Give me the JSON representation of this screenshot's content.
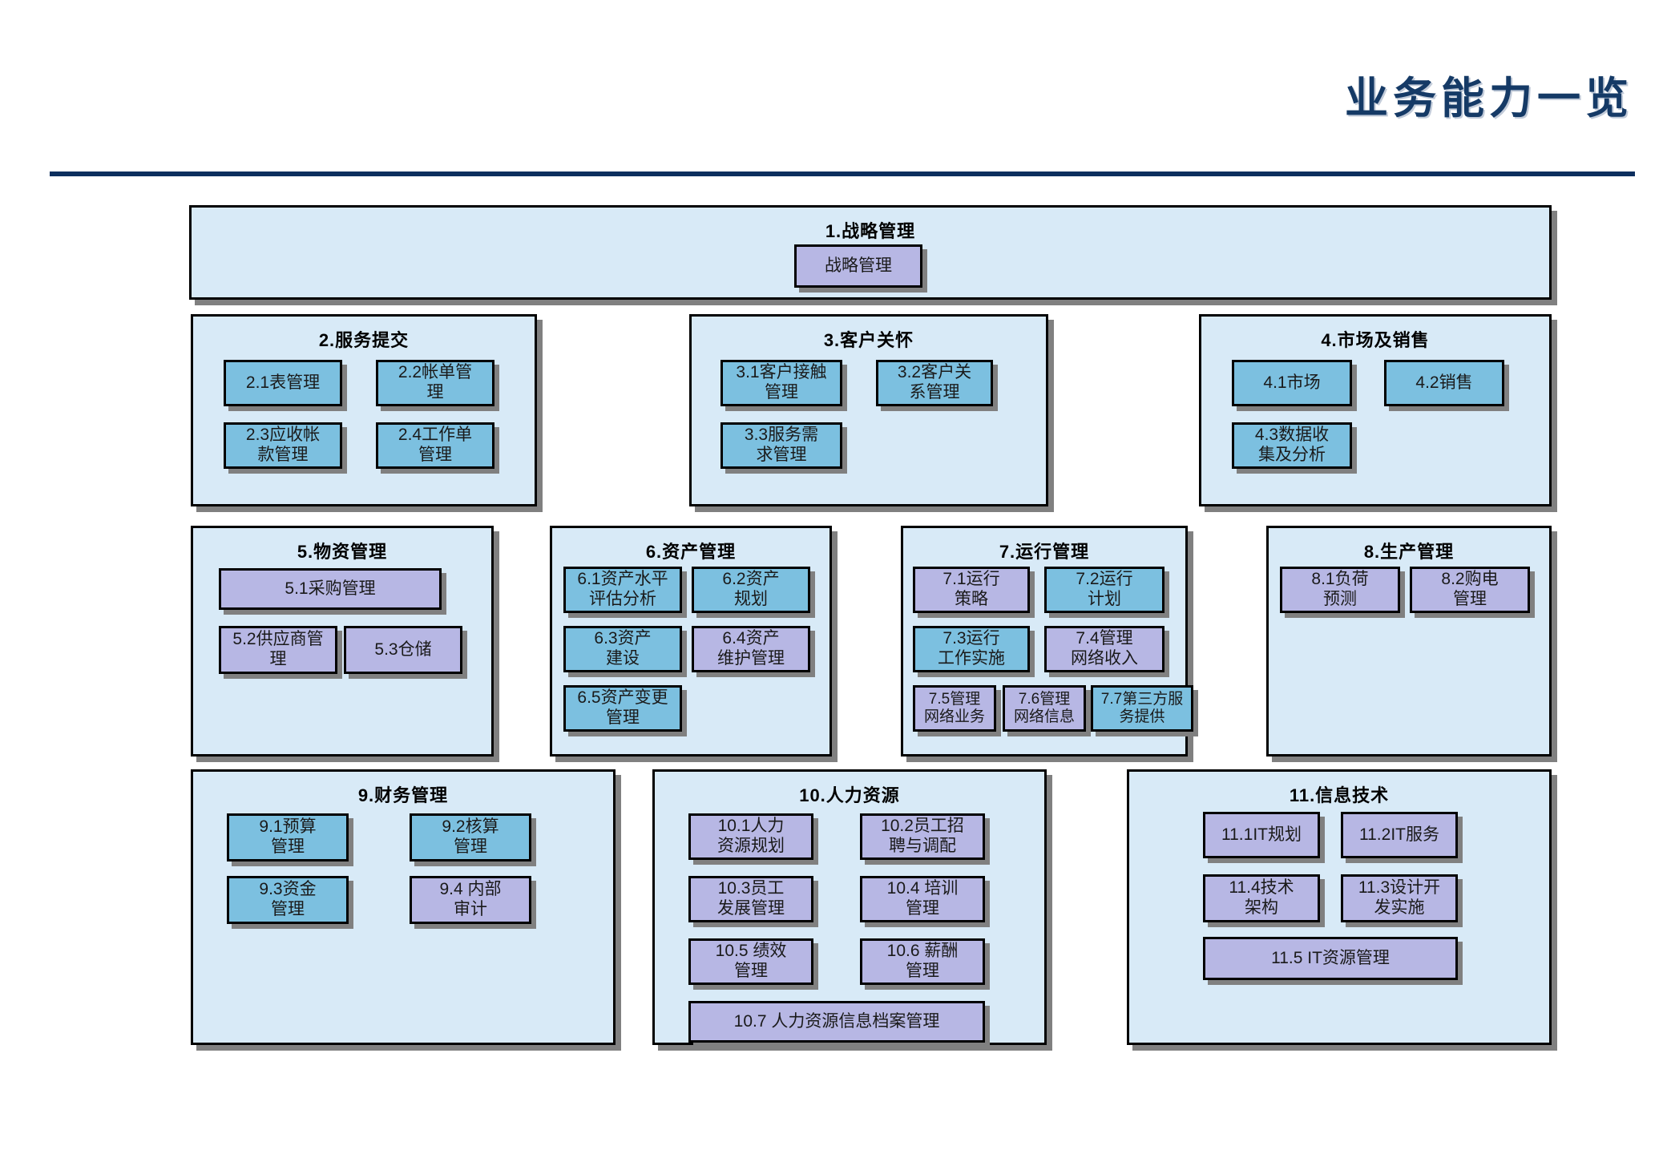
{
  "header": {
    "title": "业务能力一览",
    "accent_color": "#0c2f5e"
  },
  "palette": {
    "panel_bg": "#d8eaf7",
    "box_blue": "#7cc0e0",
    "box_purple": "#b7b7e4",
    "border": "#000000",
    "shadow": "#808080"
  },
  "sections": [
    {
      "id": 1,
      "title": "1.战略管理",
      "items": [
        {
          "label": "战略管理",
          "color": "purple"
        }
      ]
    },
    {
      "id": 2,
      "title": "2.服务提交",
      "items": [
        {
          "label": "2.1表管理",
          "color": "blue"
        },
        {
          "label": "2.2帐单管\n理",
          "color": "blue"
        },
        {
          "label": "2.3应收帐\n款管理",
          "color": "blue"
        },
        {
          "label": "2.4工作单\n管理",
          "color": "blue"
        }
      ]
    },
    {
      "id": 3,
      "title": "3.客户关怀",
      "items": [
        {
          "label": "3.1客户接触\n管理",
          "color": "blue"
        },
        {
          "label": "3.2客户关\n系管理",
          "color": "blue"
        },
        {
          "label": "3.3服务需\n求管理",
          "color": "blue"
        }
      ]
    },
    {
      "id": 4,
      "title": "4.市场及销售",
      "items": [
        {
          "label": "4.1市场",
          "color": "blue"
        },
        {
          "label": "4.2销售",
          "color": "blue"
        },
        {
          "label": "4.3数据收\n集及分析",
          "color": "blue"
        }
      ]
    },
    {
      "id": 5,
      "title": "5.物资管理",
      "items": [
        {
          "label": "5.1采购管理",
          "color": "purple"
        },
        {
          "label": "5.2供应商管\n理",
          "color": "purple"
        },
        {
          "label": "5.3仓储",
          "color": "purple"
        }
      ]
    },
    {
      "id": 6,
      "title": "6.资产管理",
      "items": [
        {
          "label": "6.1资产水平\n评估分析",
          "color": "blue"
        },
        {
          "label": "6.2资产\n规划",
          "color": "blue"
        },
        {
          "label": "6.3资产\n建设",
          "color": "blue"
        },
        {
          "label": "6.4资产\n维护管理",
          "color": "purple"
        },
        {
          "label": "6.5资产变更\n管理",
          "color": "blue"
        }
      ]
    },
    {
      "id": 7,
      "title": "7.运行管理",
      "items": [
        {
          "label": "7.1运行\n策略",
          "color": "purple"
        },
        {
          "label": "7.2运行\n计划",
          "color": "blue"
        },
        {
          "label": "7.3运行\n工作实施",
          "color": "blue"
        },
        {
          "label": "7.4管理\n网络收入",
          "color": "purple"
        },
        {
          "label": "7.5管理\n网络业务",
          "color": "purple"
        },
        {
          "label": "7.6管理\n网络信息",
          "color": "purple"
        },
        {
          "label": "7.7第三方服\n务提供",
          "color": "blue"
        }
      ]
    },
    {
      "id": 8,
      "title": "8.生产管理",
      "items": [
        {
          "label": "8.1负荷\n预测",
          "color": "purple"
        },
        {
          "label": "8.2购电\n管理",
          "color": "purple"
        }
      ]
    },
    {
      "id": 9,
      "title": "9.财务管理",
      "items": [
        {
          "label": "9.1预算\n管理",
          "color": "blue"
        },
        {
          "label": "9.2核算\n管理",
          "color": "blue"
        },
        {
          "label": "9.3资金\n管理",
          "color": "blue"
        },
        {
          "label": "9.4 内部\n审计",
          "color": "purple"
        }
      ]
    },
    {
      "id": 10,
      "title": "10.人力资源",
      "items": [
        {
          "label": "10.1人力\n资源规划",
          "color": "purple"
        },
        {
          "label": "10.2员工招\n聘与调配",
          "color": "purple"
        },
        {
          "label": "10.3员工\n发展管理",
          "color": "purple"
        },
        {
          "label": "10.4 培训\n管理",
          "color": "purple"
        },
        {
          "label": "10.5 绩效\n管理",
          "color": "purple"
        },
        {
          "label": "10.6 薪酬\n管理",
          "color": "purple"
        },
        {
          "label": "10.7 人力资源信息档案管理",
          "color": "purple"
        }
      ]
    },
    {
      "id": 11,
      "title": "11.信息技术",
      "items": [
        {
          "label": "11.1IT规划",
          "color": "purple"
        },
        {
          "label": "11.2IT服务",
          "color": "purple"
        },
        {
          "label": "11.4技术\n架构",
          "color": "purple"
        },
        {
          "label": "11.3设计开\n发实施",
          "color": "purple"
        },
        {
          "label": "11.5 IT资源管理",
          "color": "purple"
        }
      ]
    }
  ]
}
